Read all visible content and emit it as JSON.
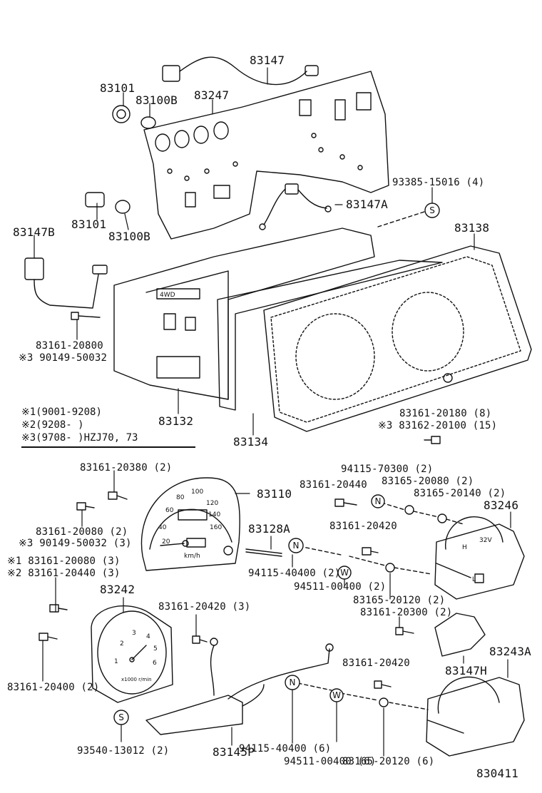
{
  "labels": {
    "p83147": "83147",
    "p83101_top": "83101",
    "p83100B_top": "83100B",
    "p83247": "83247",
    "p93385": "93385-15016 (4)",
    "p83147A": "83147A",
    "p83101_bot": "83101",
    "p83100B_bot": "83100B",
    "p83147B": "83147B",
    "p83138": "83138",
    "p83161_20800": "83161-20800",
    "p90149_50032_a": "※3 90149-50032",
    "p83132": "83132",
    "p83161_20180": "83161-20180 (8)",
    "p83162_20100": "※3 83162-20100 (15)",
    "p83134": "83134",
    "p83161_20380": "83161-20380 (2)",
    "p83110": "83110",
    "p94115_70300": "94115-70300 (2)",
    "p83161_20440_a": "83161-20440",
    "p83165_20080": "83165-20080 (2)",
    "p83165_20140": "83165-20140 (2)",
    "p83246": "83246",
    "p83161_20080_a": "83161-20080 (2)",
    "p90149_50032_b": "※3 90149-50032 (3)",
    "p83128A": "83128A",
    "p83161_20420_a": "83161-20420",
    "p83161_20080_b": "※1 83161-20080 (3)",
    "p83161_20440_b": "※2 83161-20440 (3)",
    "p94115_40400_a": "94115-40400 (2)",
    "p94511_00400_a": "94511-00400 (2)",
    "p83165_20120_a": "83165-20120 (2)",
    "p83242": "83242",
    "p83161_20420_b": "83161-20420 (3)",
    "p83161_20300": "83161-20300 (2)",
    "p83243A": "83243A",
    "p83147H": "83147H",
    "p83161_20420_c": "83161-20420",
    "p83161_20400": "83161-20400 (2)",
    "p94115_40400_b": "94115-40400 (6)",
    "p94511_00400_b": "94511-00400 (6)",
    "p83165_20120_b": "83165-20120 (6)",
    "p93540_13012": "93540-13012 (2)",
    "p83145P": "83145P",
    "p830411": "830411"
  },
  "legend": {
    "line1": "※1(9001-9208)",
    "line2": "※2(9208-      )",
    "line3": "※3(9708-      )HZJ70, 73"
  },
  "symbols": {
    "s_top": "S",
    "s_bottom": "S",
    "n_1": "N",
    "n_2": "N",
    "n_3": "N",
    "w_1": "W",
    "w_2": "W"
  },
  "gauges": {
    "speedo_ticks": [
      "20",
      "40",
      "60",
      "80",
      "100",
      "120",
      "140",
      "160"
    ],
    "speedo_unit": "km/h",
    "tach_ticks": [
      "1",
      "2",
      "3",
      "4",
      "5",
      "6"
    ],
    "tach_unit": "x1000 r/min",
    "panel_text": "4WD",
    "fuel_gauge_text": "H",
    "voltage_text": "32V",
    "low_text": "L"
  }
}
